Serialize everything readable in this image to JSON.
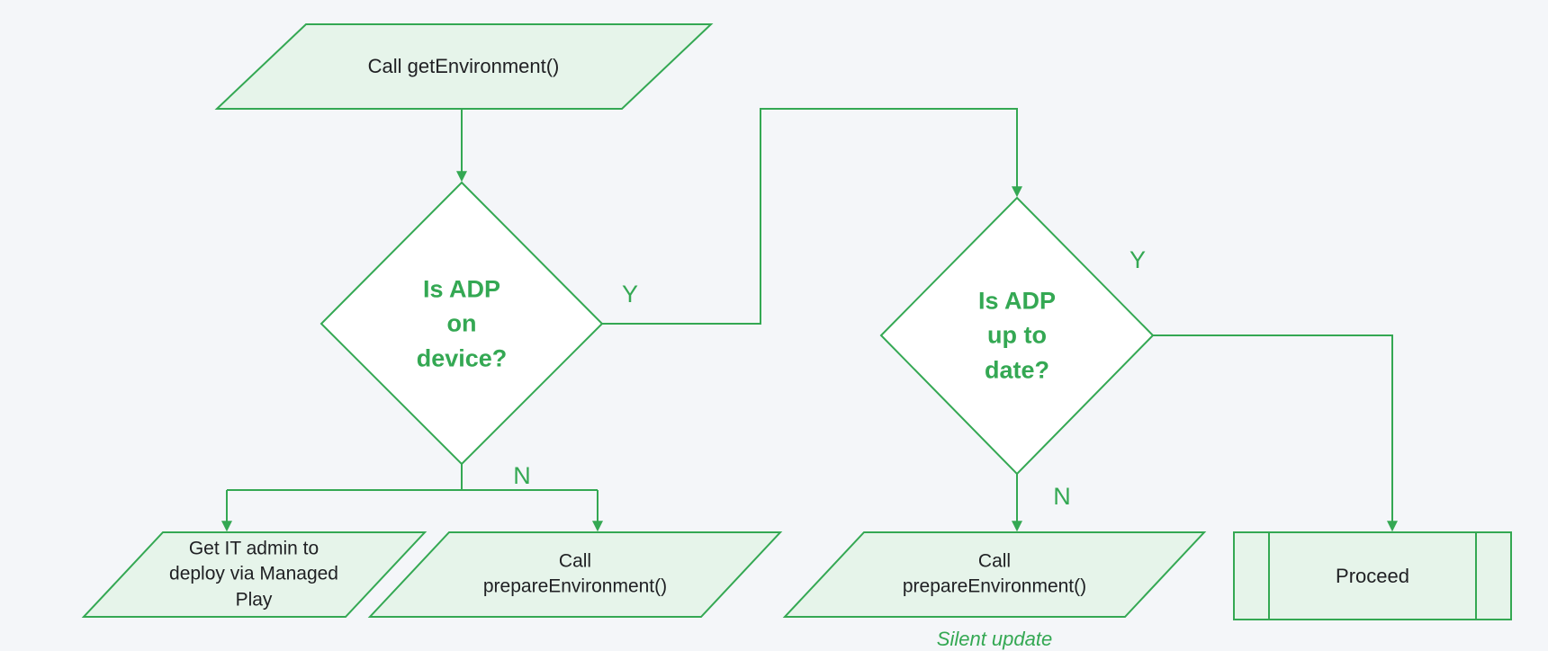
{
  "diagram": {
    "type": "flowchart",
    "background": "#f4f6f9",
    "stroke_green": "#34a853",
    "shape_fill_green": "#e6f4ea",
    "diamond_fill": "#ffffff",
    "text_dark": "#202124"
  },
  "nodes": {
    "call_get_environment": {
      "shape": "parallelogram",
      "label": "Call getEnvironment()"
    },
    "is_adp_on_device": {
      "shape": "decision-diamond",
      "label": "Is ADP\non\ndevice?"
    },
    "is_adp_up_to_date": {
      "shape": "decision-diamond",
      "label": "Is ADP\nup to\ndate?"
    },
    "get_it_admin_deploy": {
      "shape": "parallelogram",
      "label": "Get IT admin to\ndeploy via Managed\nPlay"
    },
    "call_prepare_environment_left": {
      "shape": "parallelogram",
      "label": "Call\nprepareEnvironment()"
    },
    "call_prepare_environment_right": {
      "shape": "parallelogram",
      "label": "Call\nprepareEnvironment()"
    },
    "proceed": {
      "shape": "predefined-process",
      "label": "Proceed"
    }
  },
  "edge_labels": {
    "adp_on_device_yes": "Y",
    "adp_on_device_no": "N",
    "adp_up_to_date_yes": "Y",
    "adp_up_to_date_no": "N"
  },
  "edges": [
    {
      "from": "call_get_environment",
      "to": "is_adp_on_device",
      "label": ""
    },
    {
      "from": "is_adp_on_device",
      "to": "is_adp_up_to_date",
      "label": "Y"
    },
    {
      "from": "is_adp_on_device",
      "to": "get_it_admin_deploy",
      "label": "N"
    },
    {
      "from": "is_adp_on_device",
      "to": "call_prepare_environment_left",
      "label": "N"
    },
    {
      "from": "is_adp_up_to_date",
      "to": "call_prepare_environment_right",
      "label": "N"
    },
    {
      "from": "is_adp_up_to_date",
      "to": "proceed",
      "label": "Y"
    }
  ],
  "annotations": {
    "silent_update": "Silent update"
  }
}
